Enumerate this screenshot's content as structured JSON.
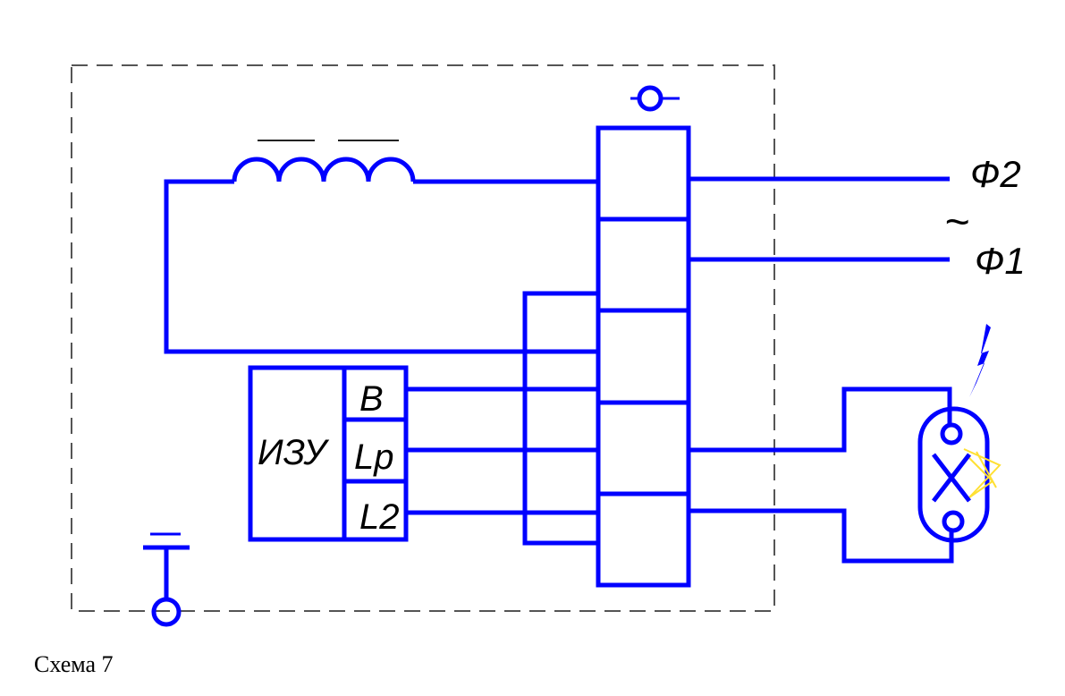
{
  "diagram": {
    "caption": "Схема 7",
    "igniter": {
      "name": "ИЗУ",
      "terminals": [
        "B",
        "Lp",
        "L2"
      ]
    },
    "supply": {
      "phase2": "Ф2",
      "ac_symbol": "~",
      "phase1": "Ф1"
    },
    "colors": {
      "wire": "#0000ff",
      "boundary": "#555555",
      "lamp_glow": "#ffe033"
    },
    "icons": [
      "choke-inductor-icon",
      "ground-icon",
      "lightning-icon",
      "discharge-lamp-icon",
      "terminal-circle-icon"
    ]
  }
}
